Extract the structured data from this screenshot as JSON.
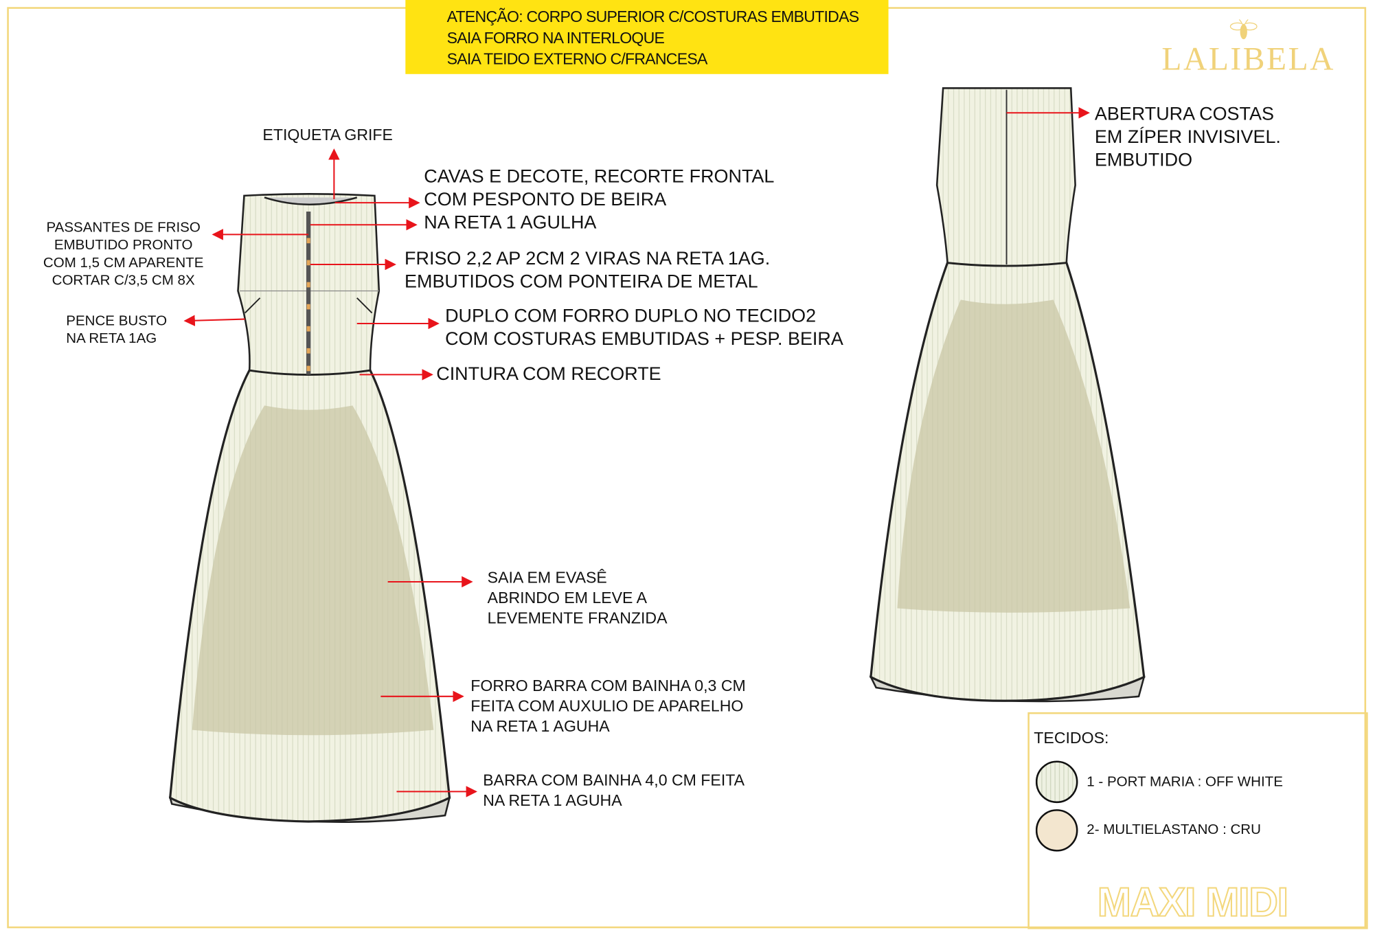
{
  "warning": {
    "lines": [
      "ATENÇÃO: CORPO SUPERIOR C/COSTURAS EMBUTIDAS",
      "SAIA FORRO NA INTERLOQUE",
      "SAIA TEIDO EXTERNO C/FRANCESA"
    ],
    "color": "#ffe312"
  },
  "brand": {
    "name": "LALIBELA",
    "icon": "bee-icon",
    "color": "#f0d27a"
  },
  "front_notes": {
    "etiqueta": "ETIQUETA GRIFE",
    "cavas": [
      "CAVAS E DECOTE, RECORTE FRONTAL",
      "COM PESPONTO DE BEIRA",
      "NA RETA 1 AGULHA"
    ],
    "passantes": [
      "PASSANTES DE FRISO",
      "EMBUTIDO PRONTO",
      "COM 1,5 CM APARENTE",
      "CORTAR C/3,5 CM 8X"
    ],
    "friso": [
      "FRISO 2,2 AP 2CM 2 VIRAS NA RETA 1AG.",
      "EMBUTIDOS COM PONTEIRA DE METAL"
    ],
    "pence": [
      "PENCE BUSTO",
      "NA RETA 1AG"
    ],
    "duplo": [
      "DUPLO COM FORRO DUPLO NO TECIDO2",
      "COM COSTURAS EMBUTIDAS + PESP. BEIRA"
    ],
    "cintura": "CINTURA COM RECORTE",
    "saia": [
      "SAIA EM EVASÊ",
      "ABRINDO EM LEVE A",
      "LEVEMENTE FRANZIDA"
    ],
    "forro": [
      "FORRO BARRA COM BAINHA 0,3 CM",
      "FEITA COM  AUXULIO DE APARELHO",
      "NA RETA 1 AGUHA"
    ],
    "barra": [
      "BARRA COM BAINHA 4,0 CM FEITA",
      "NA RETA 1 AGUHA"
    ]
  },
  "back_notes": {
    "abertura": [
      "ABERTURA COSTAS",
      "EM ZÍPER INVISIVEL.",
      "EMBUTIDO"
    ]
  },
  "fabrics": {
    "title": "TECIDOS:",
    "items": [
      {
        "label": "1 - PORT MARIA :  OFF WHITE",
        "color": "#eef1e2"
      },
      {
        "label": "2- MULTIELASTANO  : CRU",
        "color": "#f3e6cf"
      }
    ]
  },
  "model_name": "MAXI MIDI",
  "colors": {
    "arrow": "#e8141b",
    "frame": "#f3d77c",
    "bodice": "#f1f2e2",
    "skirt": "#c9c7a6"
  }
}
